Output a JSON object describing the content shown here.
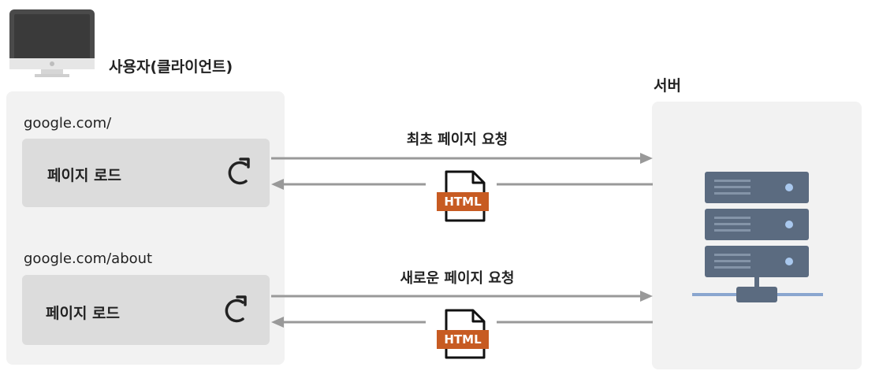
{
  "client": {
    "title": "사용자(클라이언트)",
    "monitor_icon": "desktop-monitor-icon",
    "tabs": [
      {
        "url": "google.com/",
        "action_label": "페이지 로드",
        "icon": "reload-icon"
      },
      {
        "url": "google.com/about",
        "action_label": "페이지 로드",
        "icon": "reload-icon"
      }
    ]
  },
  "server": {
    "title": "서버",
    "icon": "server-rack-icon"
  },
  "flows": [
    {
      "request_label": "최초 페이지 요청",
      "response_badge": "HTML"
    },
    {
      "request_label": "새로운 페이지 요청",
      "response_badge": "HTML"
    }
  ],
  "colors": {
    "panel_bg": "#f2f2f2",
    "card_bg": "#dcdcdc",
    "arrow": "#999999",
    "html_badge": "#c75b22",
    "server_unit": "#5b6b80",
    "server_light": "#a9c8ee",
    "network_line": "#8aa6cf"
  }
}
